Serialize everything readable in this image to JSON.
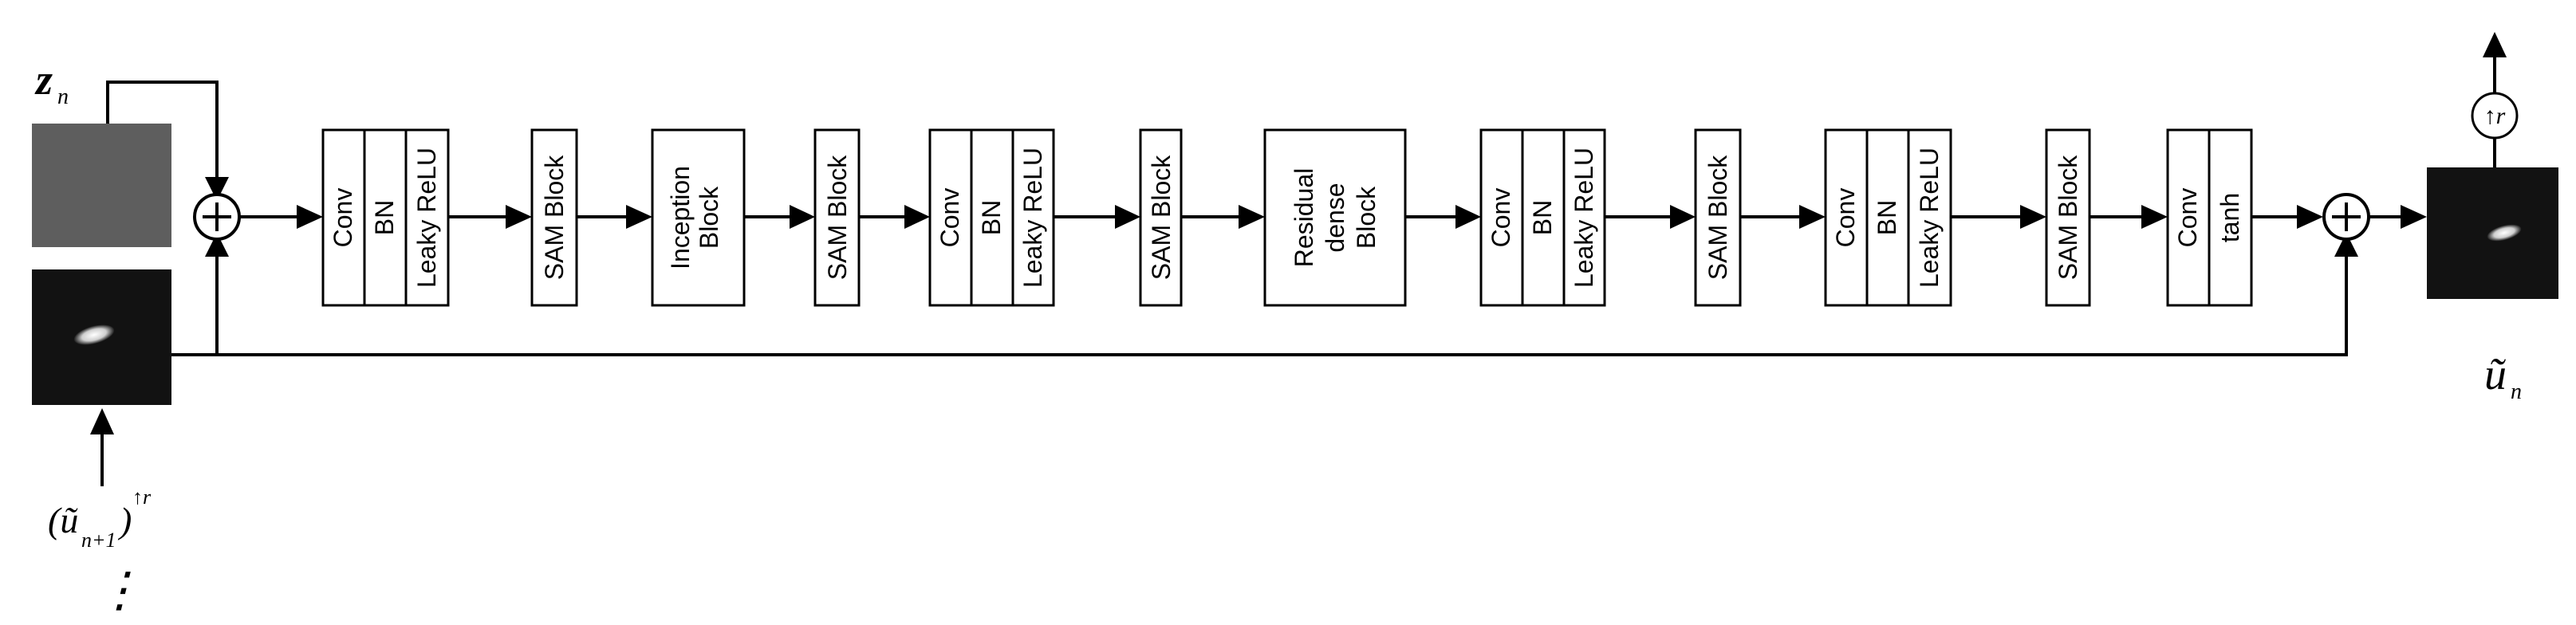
{
  "inputs": {
    "noise_label": "z",
    "noise_sub": "n",
    "prev_label": "(ũ",
    "prev_sub": "n+1",
    "prev_close": ")",
    "prev_sup": "↑r",
    "ellipsis": "⋮"
  },
  "output": {
    "label": "ũ",
    "sub": "n",
    "upsample": "↑r"
  },
  "blocks": {
    "b1": [
      "Conv",
      "BN",
      "Leaky ReLU"
    ],
    "sam1": "SAM Block",
    "inception": [
      "Inception",
      "Block"
    ],
    "sam2": "SAM Block",
    "b2": [
      "Conv",
      "BN",
      "Leaky ReLU"
    ],
    "sam3": "SAM Block",
    "residual": [
      "Residual",
      "dense",
      "Block"
    ],
    "b3": [
      "Conv",
      "BN",
      "Leaky ReLU"
    ],
    "sam4": "SAM Block",
    "b4": [
      "Conv",
      "BN",
      "Leaky ReLU"
    ],
    "sam5": "SAM Block",
    "final": [
      "Conv",
      "tanh"
    ]
  }
}
